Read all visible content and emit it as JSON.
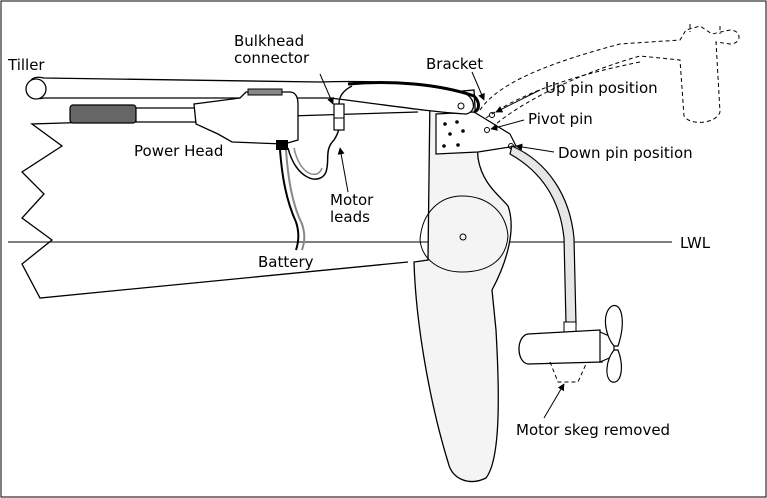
{
  "labels": {
    "tiller": "Tiller",
    "bulkhead_1": "Bulkhead",
    "bulkhead_2": "connector",
    "bracket": "Bracket",
    "up_pin": "Up pin position",
    "pivot_pin": "Pivot pin",
    "down_pin": "Down pin position",
    "power_head": "Power Head",
    "motor_leads_1": "Motor",
    "motor_leads_2": "leads",
    "lwl": "LWL",
    "battery": "Battery",
    "skeg": "Motor skeg removed"
  },
  "colors": {
    "line": "#000000",
    "rudder_fill": "#f2f2f2",
    "handle_fill": "#666666",
    "shaft_fill": "#dddddd"
  }
}
